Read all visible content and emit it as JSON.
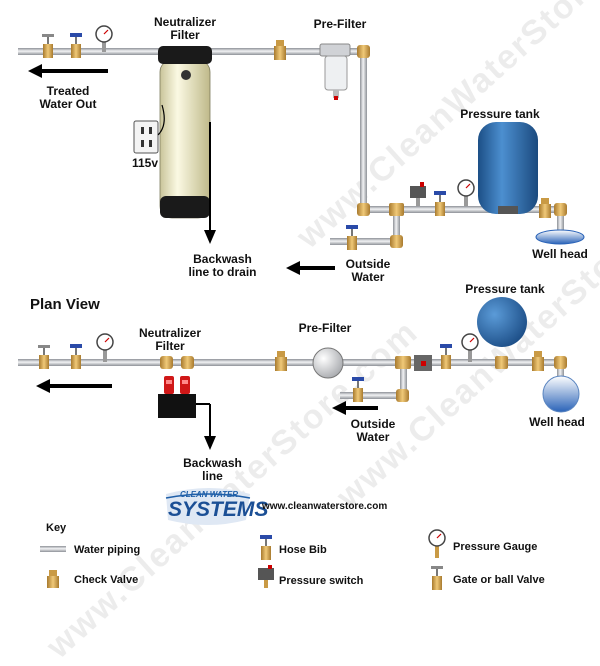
{
  "elevation": {
    "neutralizer_label": [
      "Neutralizer",
      "Filter"
    ],
    "prefilter_label": "Pre-Filter",
    "pressure_tank_label": "Pressure tank",
    "treated_water_label": [
      "Treated",
      "Water Out"
    ],
    "outlet_label": "115v",
    "backwash_label": [
      "Backwash",
      "line to drain"
    ],
    "outside_water_label": [
      "Outside",
      "Water"
    ],
    "well_head_label": "Well head"
  },
  "plan": {
    "title": "Plan View",
    "neutralizer_label": [
      "Neutralizer",
      "Filter"
    ],
    "prefilter_label": "Pre-Filter",
    "pressure_tank_label": "Pressure tank",
    "backwash_label": [
      "Backwash",
      "line"
    ],
    "outside_water_label": [
      "Outside",
      "Water"
    ],
    "well_head_label": "Well head"
  },
  "branding": {
    "logo_top": "CLEAN WATER",
    "logo_main": "SYSTEMS",
    "website": "www.cleanwaterstore.com",
    "watermark": "www.CleanWaterStore.com"
  },
  "key": {
    "title": "Key",
    "items": [
      {
        "label": "Water piping",
        "icon": "pipe-icon"
      },
      {
        "label": "Check Valve",
        "icon": "check-valve-icon"
      },
      {
        "label": "Hose Bib",
        "icon": "hose-bib-icon"
      },
      {
        "label": "Pressure switch",
        "icon": "pressure-switch-icon"
      },
      {
        "label": "Pressure Gauge",
        "icon": "pressure-gauge-icon"
      },
      {
        "label": "Gate or ball Valve",
        "icon": "gate-valve-icon"
      }
    ]
  },
  "colors": {
    "pipe": "#b8bcc2",
    "brass": "#d4a24a",
    "tank_blue": "#2e6fb0",
    "filter_cream": "#f1eec8",
    "valve_blue": "#2a4aa8"
  }
}
